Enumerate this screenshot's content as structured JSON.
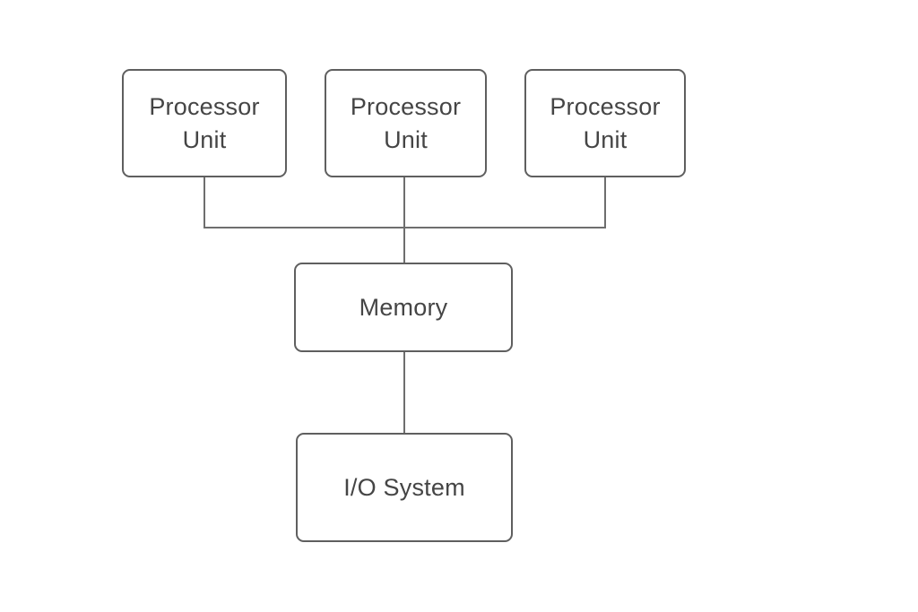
{
  "diagram": {
    "type": "block-diagram",
    "background_color": "#ffffff",
    "box_border_color": "#5f5f5f",
    "box_fill_color": "#ffffff",
    "text_color": "#454545",
    "connector_color": "#6e6e6e",
    "nodes": [
      {
        "id": "processor-unit-1",
        "label": "Processor\nUnit"
      },
      {
        "id": "processor-unit-2",
        "label": "Processor\nUnit"
      },
      {
        "id": "processor-unit-3",
        "label": "Processor\nUnit"
      },
      {
        "id": "memory",
        "label": "Memory"
      },
      {
        "id": "io-system",
        "label": "I/O System"
      }
    ],
    "edges": [
      {
        "from": "processor-unit-1",
        "to": "memory",
        "via": "shared-bus"
      },
      {
        "from": "processor-unit-2",
        "to": "memory",
        "via": "shared-bus"
      },
      {
        "from": "processor-unit-3",
        "to": "memory",
        "via": "shared-bus"
      },
      {
        "from": "memory",
        "to": "io-system",
        "via": "direct"
      }
    ]
  }
}
